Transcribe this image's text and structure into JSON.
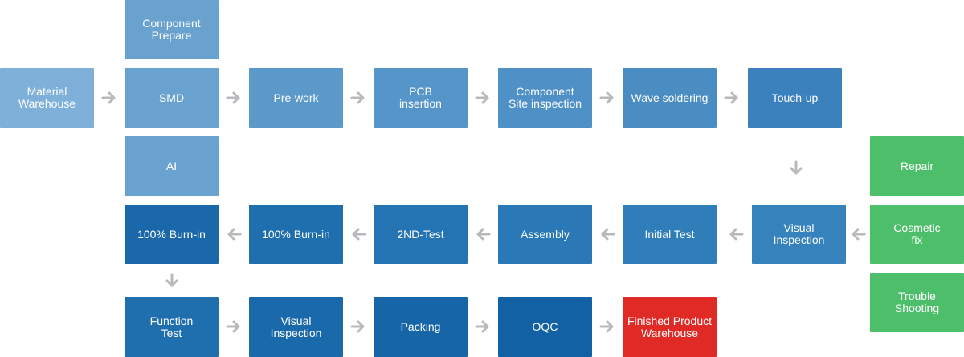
{
  "colors": {
    "step_light": "#7fb0d9",
    "step_mid": "#5f9bcb",
    "step_blue": "#4a8dc3",
    "step_blue2": "#3a81bd",
    "step_dark": "#1f6eae",
    "step_darker": "#1363a6",
    "side_green": "#4dbe6a",
    "finish_red": "#e02a26",
    "arrow": "#b7b9bc"
  },
  "steps": {
    "component_prepare": "Component\nPrepare",
    "material_warehouse": "Material\nWarehouse",
    "smd": "SMD",
    "ai": "AI",
    "pre_work": "Pre-work",
    "pcb_insertion": "PCB\ninsertion",
    "component_site_inspection": "Component\nSite inspection",
    "wave_soldering": "Wave soldering",
    "touch_up": "Touch-up",
    "visual_inspection_1": "Visual\nInspection",
    "initial_test": "Initial Test",
    "assembly": "Assembly",
    "second_test": "2ND-Test",
    "burn_in_1": "100% Burn-in",
    "burn_in_2": "100% Burn-in",
    "function_test": "Function\nTest",
    "visual_inspection_2": "Visual\nInspection",
    "packing": "Packing",
    "oqc": "OQC",
    "finished_product_warehouse": "Finished Product\nWarehouse",
    "repair": "Repair",
    "cosmetic_fix": "Cosmetic\nfix",
    "trouble_shooting": "Trouble\nShooting"
  },
  "arrow_icons": {
    "right": "arrow-right-icon",
    "left": "arrow-left-icon",
    "down": "arrow-down-icon"
  }
}
